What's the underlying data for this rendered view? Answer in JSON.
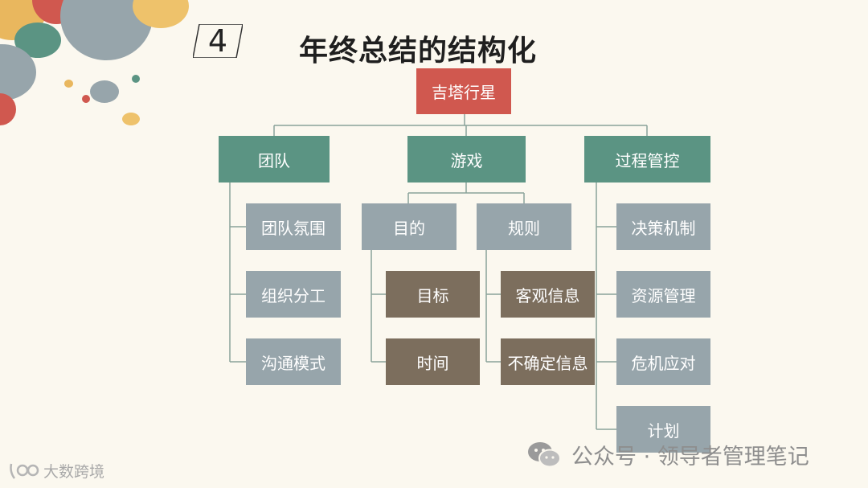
{
  "header": {
    "section_number": "4",
    "title": "年终总结的结构化"
  },
  "tree": {
    "root": "吉塔行星",
    "branches": [
      {
        "label": "团队",
        "children": [
          "团队氛围",
          "组织分工",
          "沟通模式"
        ]
      },
      {
        "label": "游戏",
        "children": [
          {
            "label": "目的",
            "children": [
              "目标",
              "时间"
            ]
          },
          {
            "label": "规则",
            "children": [
              "客观信息",
              "不确定信息"
            ]
          }
        ]
      },
      {
        "label": "过程管控",
        "children": [
          "决策机制",
          "资源管理",
          "危机应对",
          "计划"
        ]
      }
    ]
  },
  "watermark": {
    "text": "公众号 · 领导者管理笔记",
    "icon": "wechat-icon"
  },
  "logo": {
    "text": "大数跨境",
    "icon": "ido-logo-icon"
  },
  "colors": {
    "background": "#fbf8ef",
    "root": "#d0584f",
    "level1": "#5b9483",
    "level2": "#97a5ab",
    "level3": "#7c6e5d",
    "connector": "#8aa39a"
  }
}
